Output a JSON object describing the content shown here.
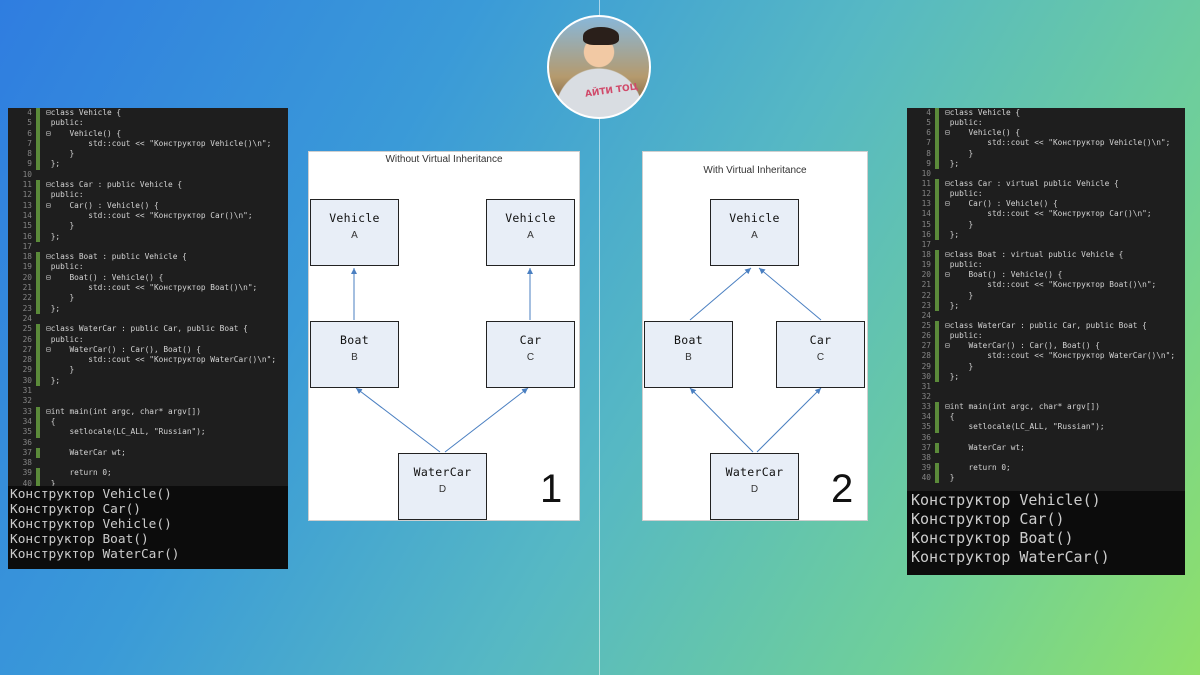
{
  "colors": {
    "accent_arrow": "#4a7fc1",
    "node_fill": "#e8eef7",
    "code_bg": "#1e1e1e",
    "console_bg": "#0c0c0c"
  },
  "avatar": {
    "shirt_text": "АЙТИ ТОЦ"
  },
  "left_code": {
    "lines": [
      {
        "n": "4",
        "t": "⊟class Vehicle {"
      },
      {
        "n": "5",
        "t": " public:"
      },
      {
        "n": "6",
        "t": "⊟    Vehicle() {"
      },
      {
        "n": "7",
        "t": "         std::cout << \"Конструктор Vehicle()\\n\";"
      },
      {
        "n": "8",
        "t": "     }"
      },
      {
        "n": "9",
        "t": " };"
      },
      {
        "n": "10",
        "t": ""
      },
      {
        "n": "11",
        "t": "⊟class Car : public Vehicle {"
      },
      {
        "n": "12",
        "t": " public:"
      },
      {
        "n": "13",
        "t": "⊟    Car() : Vehicle() {"
      },
      {
        "n": "14",
        "t": "         std::cout << \"Конструктор Car()\\n\";"
      },
      {
        "n": "15",
        "t": "     }"
      },
      {
        "n": "16",
        "t": " };"
      },
      {
        "n": "17",
        "t": ""
      },
      {
        "n": "18",
        "t": "⊟class Boat : public Vehicle {"
      },
      {
        "n": "19",
        "t": " public:"
      },
      {
        "n": "20",
        "t": "⊟    Boat() : Vehicle() {"
      },
      {
        "n": "21",
        "t": "         std::cout << \"Конструктор Boat()\\n\";"
      },
      {
        "n": "22",
        "t": "     }"
      },
      {
        "n": "23",
        "t": " };"
      },
      {
        "n": "24",
        "t": ""
      },
      {
        "n": "25",
        "t": "⊟class WaterCar : public Car, public Boat {"
      },
      {
        "n": "26",
        "t": " public:"
      },
      {
        "n": "27",
        "t": "⊟    WaterCar() : Car(), Boat() {"
      },
      {
        "n": "28",
        "t": "         std::cout << \"Конструктор WaterCar()\\n\";"
      },
      {
        "n": "29",
        "t": "     }"
      },
      {
        "n": "30",
        "t": " };"
      },
      {
        "n": "31",
        "t": ""
      },
      {
        "n": "32",
        "t": ""
      },
      {
        "n": "33",
        "t": "⊟int main(int argc, char* argv[])"
      },
      {
        "n": "34",
        "t": " {"
      },
      {
        "n": "35",
        "t": "     setlocale(LC_ALL, \"Russian\");"
      },
      {
        "n": "36",
        "t": ""
      },
      {
        "n": "37",
        "t": "     WaterCar wt;"
      },
      {
        "n": "38",
        "t": ""
      },
      {
        "n": "39",
        "t": "     return 0;"
      },
      {
        "n": "40",
        "t": " }"
      }
    ],
    "output": [
      "Конструктор Vehicle()",
      "Конструктор Car()",
      "Конструктор Vehicle()",
      "Конструктор Boat()",
      "Конструктор WaterCar()"
    ]
  },
  "right_code": {
    "lines": [
      {
        "n": "4",
        "t": "⊟class Vehicle {"
      },
      {
        "n": "5",
        "t": " public:"
      },
      {
        "n": "6",
        "t": "⊟    Vehicle() {"
      },
      {
        "n": "7",
        "t": "         std::cout << \"Конструктор Vehicle()\\n\";"
      },
      {
        "n": "8",
        "t": "     }"
      },
      {
        "n": "9",
        "t": " };"
      },
      {
        "n": "10",
        "t": ""
      },
      {
        "n": "11",
        "t": "⊟class Car : virtual public Vehicle {"
      },
      {
        "n": "12",
        "t": " public:"
      },
      {
        "n": "13",
        "t": "⊟    Car() : Vehicle() {"
      },
      {
        "n": "14",
        "t": "         std::cout << \"Конструктор Car()\\n\";"
      },
      {
        "n": "15",
        "t": "     }"
      },
      {
        "n": "16",
        "t": " };"
      },
      {
        "n": "17",
        "t": ""
      },
      {
        "n": "18",
        "t": "⊟class Boat : virtual public Vehicle {"
      },
      {
        "n": "19",
        "t": " public:"
      },
      {
        "n": "20",
        "t": "⊟    Boat() : Vehicle() {"
      },
      {
        "n": "21",
        "t": "         std::cout << \"Конструктор Boat()\\n\";"
      },
      {
        "n": "22",
        "t": "     }"
      },
      {
        "n": "23",
        "t": " };"
      },
      {
        "n": "24",
        "t": ""
      },
      {
        "n": "25",
        "t": "⊟class WaterCar : public Car, public Boat {"
      },
      {
        "n": "26",
        "t": " public:"
      },
      {
        "n": "27",
        "t": "⊟    WaterCar() : Car(), Boat() {"
      },
      {
        "n": "28",
        "t": "         std::cout << \"Конструктор WaterCar()\\n\";"
      },
      {
        "n": "29",
        "t": "     }"
      },
      {
        "n": "30",
        "t": " };"
      },
      {
        "n": "31",
        "t": ""
      },
      {
        "n": "32",
        "t": ""
      },
      {
        "n": "33",
        "t": "⊟int main(int argc, char* argv[])"
      },
      {
        "n": "34",
        "t": " {"
      },
      {
        "n": "35",
        "t": "     setlocale(LC_ALL, \"Russian\");"
      },
      {
        "n": "36",
        "t": ""
      },
      {
        "n": "37",
        "t": "     WaterCar wt;"
      },
      {
        "n": "38",
        "t": ""
      },
      {
        "n": "39",
        "t": "     return 0;"
      },
      {
        "n": "40",
        "t": " }"
      }
    ],
    "output": [
      "Конструктор Vehicle()",
      "Конструктор Car()",
      "Конструктор Boat()",
      "Конструктор WaterCar()"
    ]
  },
  "diagram1": {
    "title": "Without Virtual Inheritance",
    "number": "1",
    "nodes": {
      "vehicle_left": {
        "name": "Vehicle",
        "letter": "A"
      },
      "vehicle_right": {
        "name": "Vehicle",
        "letter": "A"
      },
      "boat": {
        "name": "Boat",
        "letter": "B"
      },
      "car": {
        "name": "Car",
        "letter": "C"
      },
      "watercar": {
        "name": "WaterCar",
        "letter": "D"
      }
    }
  },
  "diagram2": {
    "title": "With Virtual Inheritance",
    "number": "2",
    "nodes": {
      "vehicle": {
        "name": "Vehicle",
        "letter": "A"
      },
      "boat": {
        "name": "Boat",
        "letter": "B"
      },
      "car": {
        "name": "Car",
        "letter": "C"
      },
      "watercar": {
        "name": "WaterCar",
        "letter": "D"
      }
    }
  }
}
